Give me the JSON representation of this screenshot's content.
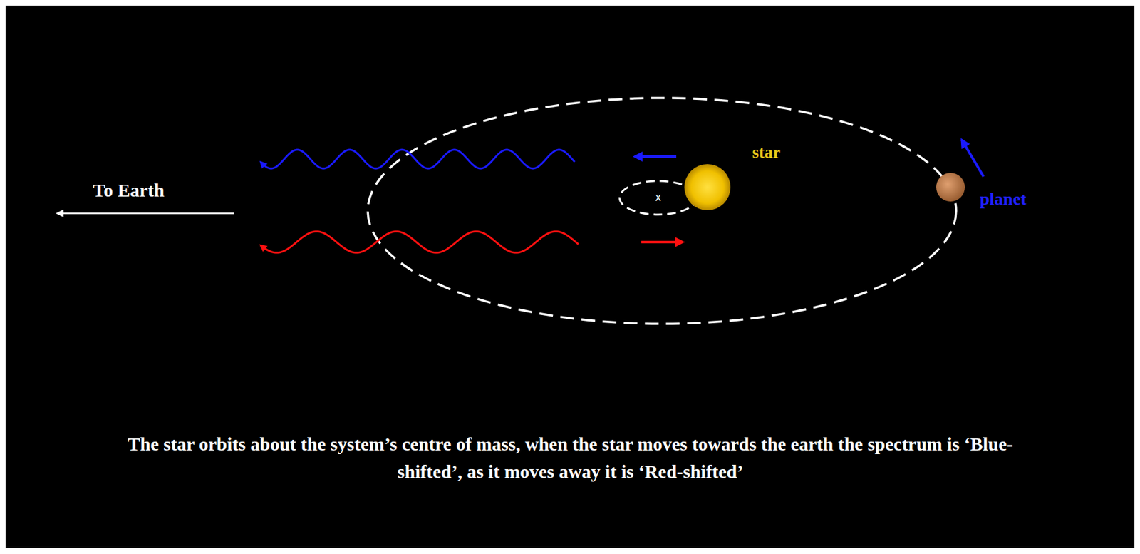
{
  "diagram": {
    "caption": "The star orbits about the system’s centre of mass, when the star moves towards the earth the spectrum is ‘Blue-shifted’, as it moves away it is ‘Red-shifted’",
    "nodes": [
      {
        "text": [
          "x"
        ]
      },
      {
        "text": [
          "star"
        ]
      },
      {
        "text": [
          "planet"
        ]
      }
    ],
    "labels": [
      "To Earth"
    ]
  }
}
